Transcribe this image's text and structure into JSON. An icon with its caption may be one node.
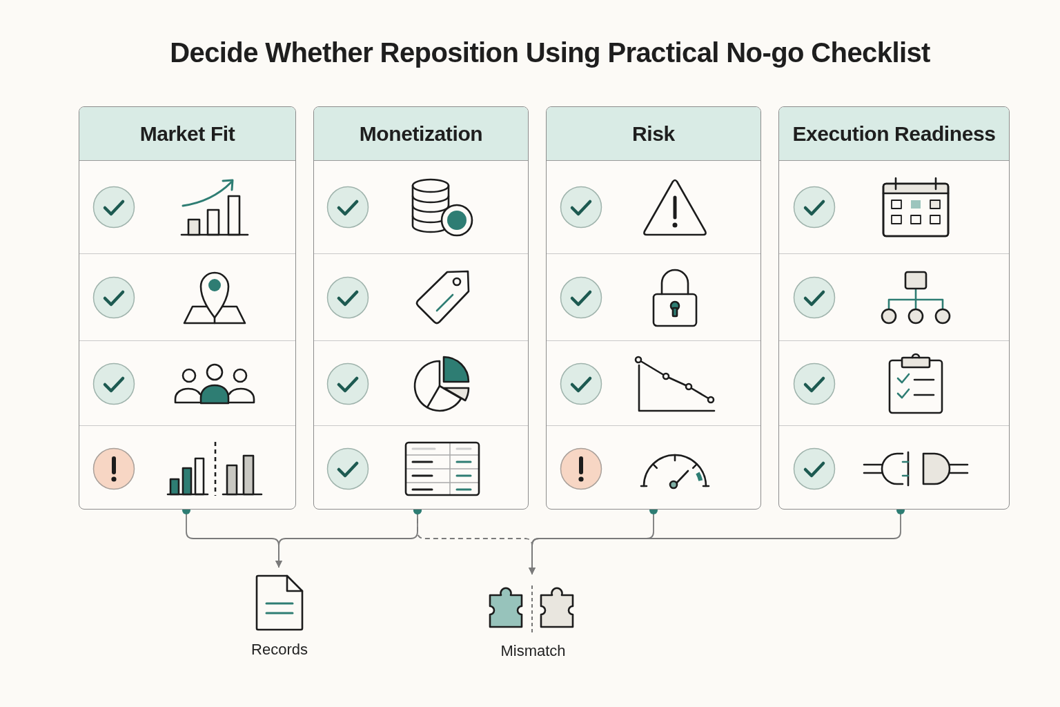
{
  "diagram": {
    "title": "Decide Whether Reposition Using Practical No-go Checklist",
    "nodes": [
      {
        "text": [
          "Market Fit"
        ]
      },
      {
        "text": [
          "Monetization"
        ]
      },
      {
        "text": [
          "Risk"
        ]
      },
      {
        "text": [
          "Execution Readiness"
        ]
      },
      {
        "text": [
          "Records"
        ]
      },
      {
        "text": [
          "Mismatch"
        ]
      }
    ],
    "edges": [
      {
        "from": 0,
        "to": 4,
        "arrow": "to"
      },
      {
        "from": 1,
        "to": 4,
        "arrow": "to"
      },
      {
        "from": 1,
        "to": 5,
        "arrow": "to",
        "style": "dashed"
      },
      {
        "from": 2,
        "to": 5,
        "arrow": "to"
      },
      {
        "from": 3,
        "to": 5,
        "arrow": "to"
      }
    ]
  }
}
